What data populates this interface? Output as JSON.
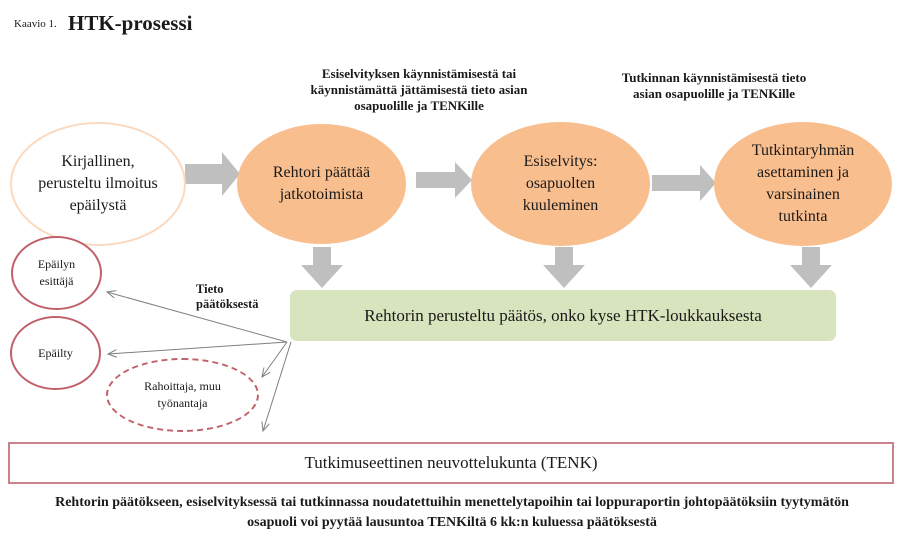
{
  "header": {
    "caption": "Kaavio 1.",
    "title": "HTK-prosessi"
  },
  "notes": {
    "top_middle": "Esiselvityksen käynnistämisestä tai käynnistämättä jättämisestä tieto asian osapuolille ja TENKille",
    "top_right": "Tutkinnan käynnistämisestä tieto asian osapuolille ja TENKille",
    "tieto": "Tieto päätöksestä"
  },
  "process": {
    "start": "Kirjallinen, perusteltu ilmoitus epäilystä",
    "step1": "Rehtori päättää jatkotoimista",
    "step2": "Esiselvitys: osapuolten kuuleminen",
    "step3": "Tutkintaryhmän asettaminen ja varsinainen tutkinta"
  },
  "decision": "Rehtorin perusteltu päätös, onko kyse HTK-loukkauksesta",
  "parties": {
    "accuser": "Epäilyn esittäjä",
    "suspect": "Epäilty",
    "funder": "Rahoittaja, muu työnantaja"
  },
  "tenk": "Tutkimuseettinen neuvottelukunta (TENK)",
  "footer": "Rehtorin päätökseen, esiselvityksessä tai tutkinnassa noudatettuihin menettelytapoihin tai loppuraportin johtopäätöksiin tyytymätön osapuoli voi pyytää lausuntoa TENKiltä 6 kk:n kuluessa päätöksestä",
  "colors": {
    "orange": "#f9be8e",
    "green": "#d7e4bd",
    "red_border": "#c0606a",
    "arrow_gray": "#bfbfbf"
  }
}
